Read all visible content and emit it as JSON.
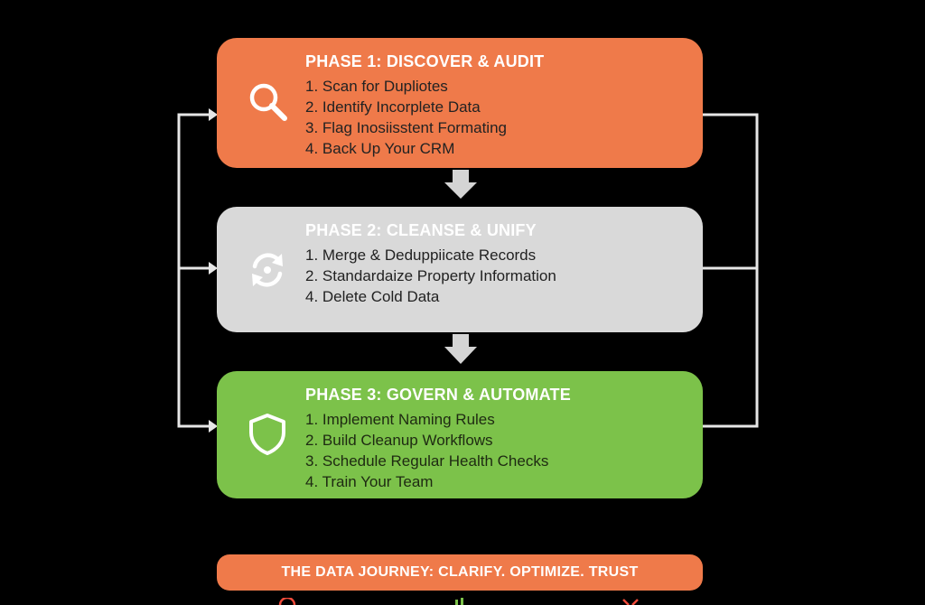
{
  "phases": [
    {
      "title": "PHASE 1: DISCOVER & AUDIT",
      "icon": "search-icon",
      "color": "#ef7a4a",
      "steps": [
        "1. Scan for Dupliotes",
        "2. Identify Incorplete Data",
        "3. Flag Inosiisstent Formating",
        "4. Back Up Your CRM"
      ]
    },
    {
      "title": "PHASE 2: CLEANSE & UNIFY",
      "icon": "refresh-icon",
      "color": "#d9d9d9",
      "steps": [
        "1. Merge & Deduppiicate Records",
        "2. Standardaize Property Information",
        "4. Delete Cold Data"
      ]
    },
    {
      "title": "PHASE 3: GOVERN & AUTOMATE",
      "icon": "shield-icon",
      "color": "#7cc24a",
      "steps": [
        "1. Implement Naming Rules",
        "2. Build Cleanup Workflows",
        "3. Schedule Regular Health Checks",
        "4. Train Your Team"
      ]
    }
  ],
  "footer": {
    "tagline": "THE DATA JOURNEY: CLARIFY. OPTIMIZE. TRUST",
    "color": "#ef7a4a"
  },
  "connector_color": "#e6e6e6"
}
